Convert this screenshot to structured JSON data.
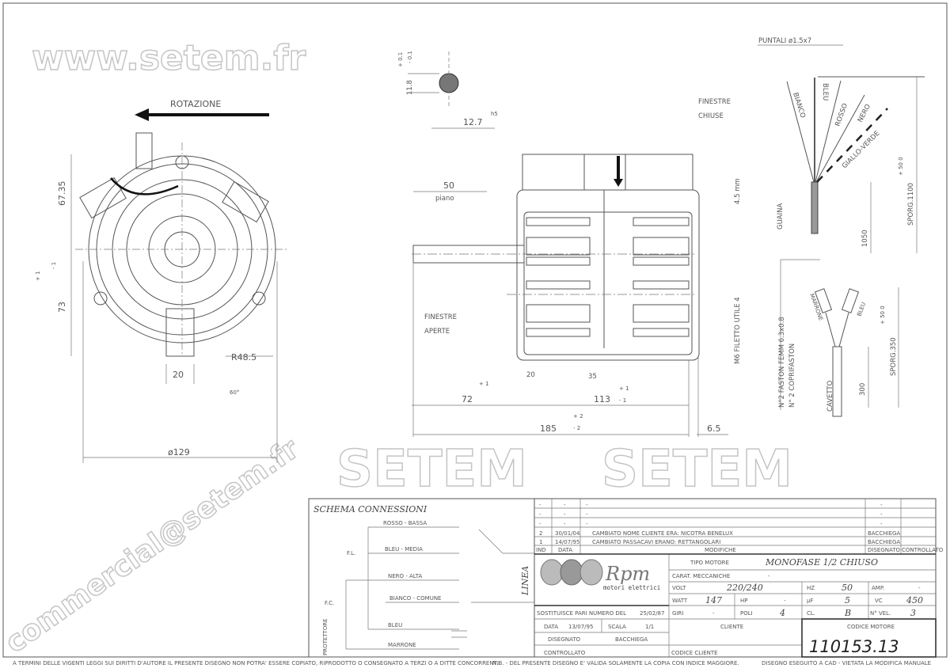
{
  "front_view": {
    "rotation_label": "ROTAZIONE",
    "dims": {
      "height_top": "67.35",
      "height_bottom": "73",
      "tol": "+ 1\n- 1",
      "tol_plus": "+ 1",
      "tol_minus": "- 1",
      "radius": "R48.5",
      "width_tab": "20",
      "angle": "60°",
      "diameter": "ø129"
    }
  },
  "shaft_detail": {
    "flat": "11.8",
    "flat_tol_plus": "+ 0.1",
    "flat_tol_minus": "- 0.1",
    "diameter": "12.7",
    "fit": "h5"
  },
  "side_view": {
    "plane_len": "50",
    "plane_label": "piano",
    "windows_closed": [
      "FINESTRE",
      "CHIUSE"
    ],
    "windows_open": [
      "FINESTRE",
      "APERTE"
    ],
    "thread": "M6 FILETTO UTILE 4",
    "thread_dim": "4.5 mm",
    "d1": "20",
    "d2": "35",
    "d3": "72",
    "d3_tol": "+ 1",
    "d4": "113",
    "d4_tol_plus": "+ 1",
    "d4_tol_minus": "- 1",
    "d5": "185",
    "d5_tol_plus": "+ 2",
    "d5_tol_minus": "- 2",
    "d6": "6.5"
  },
  "leads": {
    "tips": "PUNTALI ø1.5x7",
    "wires": [
      "BIANCO",
      "BLEU",
      "ROSSO",
      "NERO",
      "GIALLO-VERDE"
    ],
    "sheath": "GUAINA",
    "len1": "1050",
    "len2": "SPORG.1100",
    "len2_tol": "+ 50  0"
  },
  "capacitor_leads": {
    "faston1": "N°2 FASTON FEMM 6.3x0.8",
    "faston2": "N° 2 COPRIFASTON",
    "wires": [
      "MARRONE",
      "BLEU"
    ],
    "cable": "CAVETTO",
    "len1": "300",
    "len2": "SPORG.350",
    "len2_tol": "+ 50  0"
  },
  "schema": {
    "title": "SCHEMA CONNESSIONI",
    "lines": [
      "ROSSO - BASSA",
      "BLEU - MEDIA",
      "NERO - ALTA",
      "BIANCO - COMUNE",
      "BLEU",
      "MARRONE"
    ],
    "fl": "F.L.",
    "fc": "F.C.",
    "protector": "PROTETTORE",
    "linea": "LINEA"
  },
  "revisions": {
    "rows": [
      {
        "ind": "-",
        "data": "-",
        "desc": "-",
        "dis": "-",
        "ctrl": ""
      },
      {
        "ind": "-",
        "data": "-",
        "desc": "-",
        "dis": "-",
        "ctrl": ""
      },
      {
        "ind": "-",
        "data": "-",
        "desc": "-",
        "dis": "-",
        "ctrl": ""
      },
      {
        "ind": "2",
        "data": "30/01/04",
        "desc": "CAMBIATO NOME CLIENTE ERA: NICOTRA BENELUX",
        "dis": "BACCHIEGA",
        "ctrl": ""
      },
      {
        "ind": "1",
        "data": "14/07/95",
        "desc": "CAMBIATO PASSACAVI ERANO: RETTANGOLARI",
        "dis": "BACCHIEGA",
        "ctrl": ""
      }
    ],
    "headers": {
      "ind": "IND",
      "data": "DATA",
      "desc": "MODIFICHE",
      "dis": "DISEGNATO",
      "ctrl": "CONTROLLATO"
    }
  },
  "logo": {
    "brand": "Rpm",
    "sub": "motori elettrici"
  },
  "specs": {
    "tipo_label": "TIPO MOTORE",
    "tipo": "MONOFASE 1/2 CHIUSO",
    "carat_label": "CARAT. MECCANICHE",
    "carat": "-",
    "volt_label": "VOLT",
    "volt": "220/240",
    "hz_label": "HZ",
    "hz": "50",
    "amp_label": "AMP.",
    "amp": "-",
    "watt_label": "WATT",
    "watt": "147",
    "hp_label": "HP",
    "hp": "-",
    "uf_label": "µF",
    "uf": "5",
    "vc_label": "VC",
    "vc": "450",
    "giri_label": "GIRI",
    "giri": "-",
    "poli_label": "POLI",
    "poli": "4",
    "cl_label": "CL.",
    "cl": "B",
    "vel_label": "N° VEL.",
    "vel": "3"
  },
  "info": {
    "sost_label": "SOSTITUISCE PARI NUMERO DEL",
    "sost": "25/02/87",
    "data_label": "DATA",
    "data": "13/07/95",
    "scala_label": "SCALA",
    "scala": "1/1",
    "dis_label": "DISEGNATO",
    "dis": "BACCHIEGA",
    "ctrl_label": "CONTROLLATO",
    "cliente_label": "CLIENTE",
    "codcli_label": "CODICE CLIENTE",
    "codmot_label": "CODICE MOTORE",
    "codmot": "110153.13"
  },
  "footer": {
    "left": "A TERMINI DELLE VIGENTI LEGGI SUI DIRITTI D'AUTORE IL PRESENTE DISEGNO NON POTRA' ESSERE COPIATO, RIPRODOTTO O CONSEGNATO A TERZI O A DITTE CONCORRENTI.",
    "mid": "N.B. - DEL PRESENTE DISEGNO E' VALIDA SOLAMENTE LA COPIA CON INDICE MAGGIORE.",
    "right": "DISEGNO ESEGUITO A CAD - VIETATA LA MODIFICA MANUALE"
  },
  "watermarks": [
    "www.setem.fr",
    "SETEM",
    "SETEM",
    "commercial@setem.fr"
  ]
}
